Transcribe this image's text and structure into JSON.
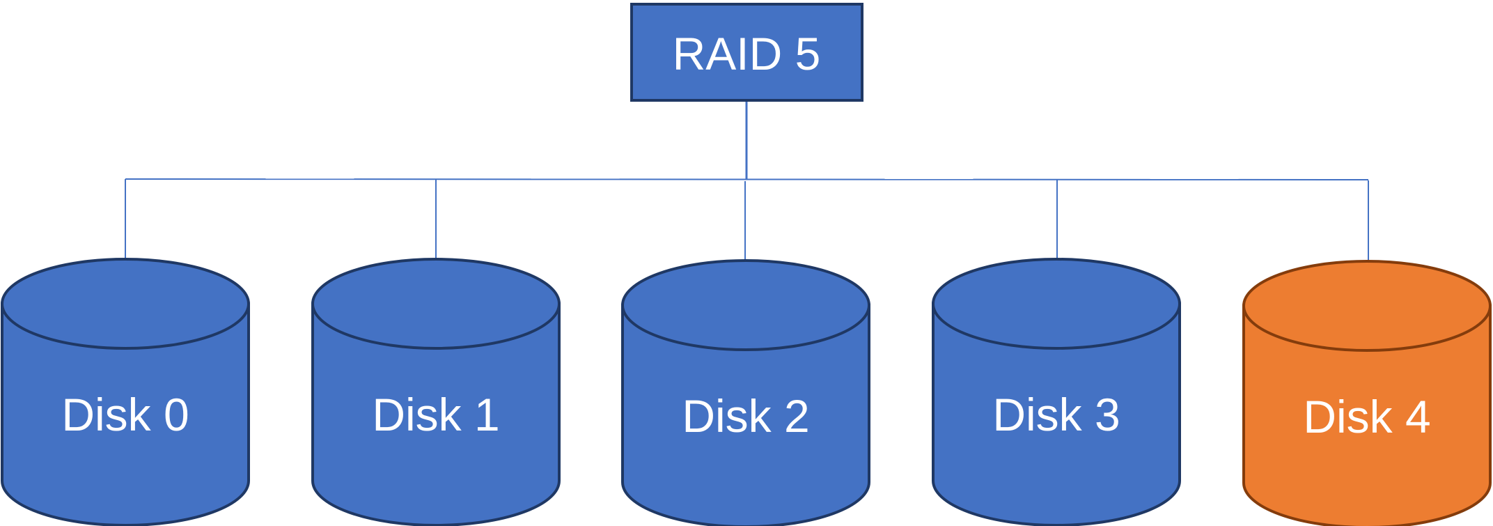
{
  "root": {
    "label": "RAID 5",
    "fill": "#4472C4",
    "stroke": "#1F3864"
  },
  "connector_color": "#4472C4",
  "disks": [
    {
      "label": "Disk 0",
      "fill": "#4472C4",
      "stroke": "#1F3864"
    },
    {
      "label": "Disk 1",
      "fill": "#4472C4",
      "stroke": "#1F3864"
    },
    {
      "label": "Disk 2",
      "fill": "#4472C4",
      "stroke": "#1F3864"
    },
    {
      "label": "Disk 3",
      "fill": "#4472C4",
      "stroke": "#1F3864"
    },
    {
      "label": "Disk 4",
      "fill": "#ED7D31",
      "stroke": "#843C0C"
    }
  ]
}
